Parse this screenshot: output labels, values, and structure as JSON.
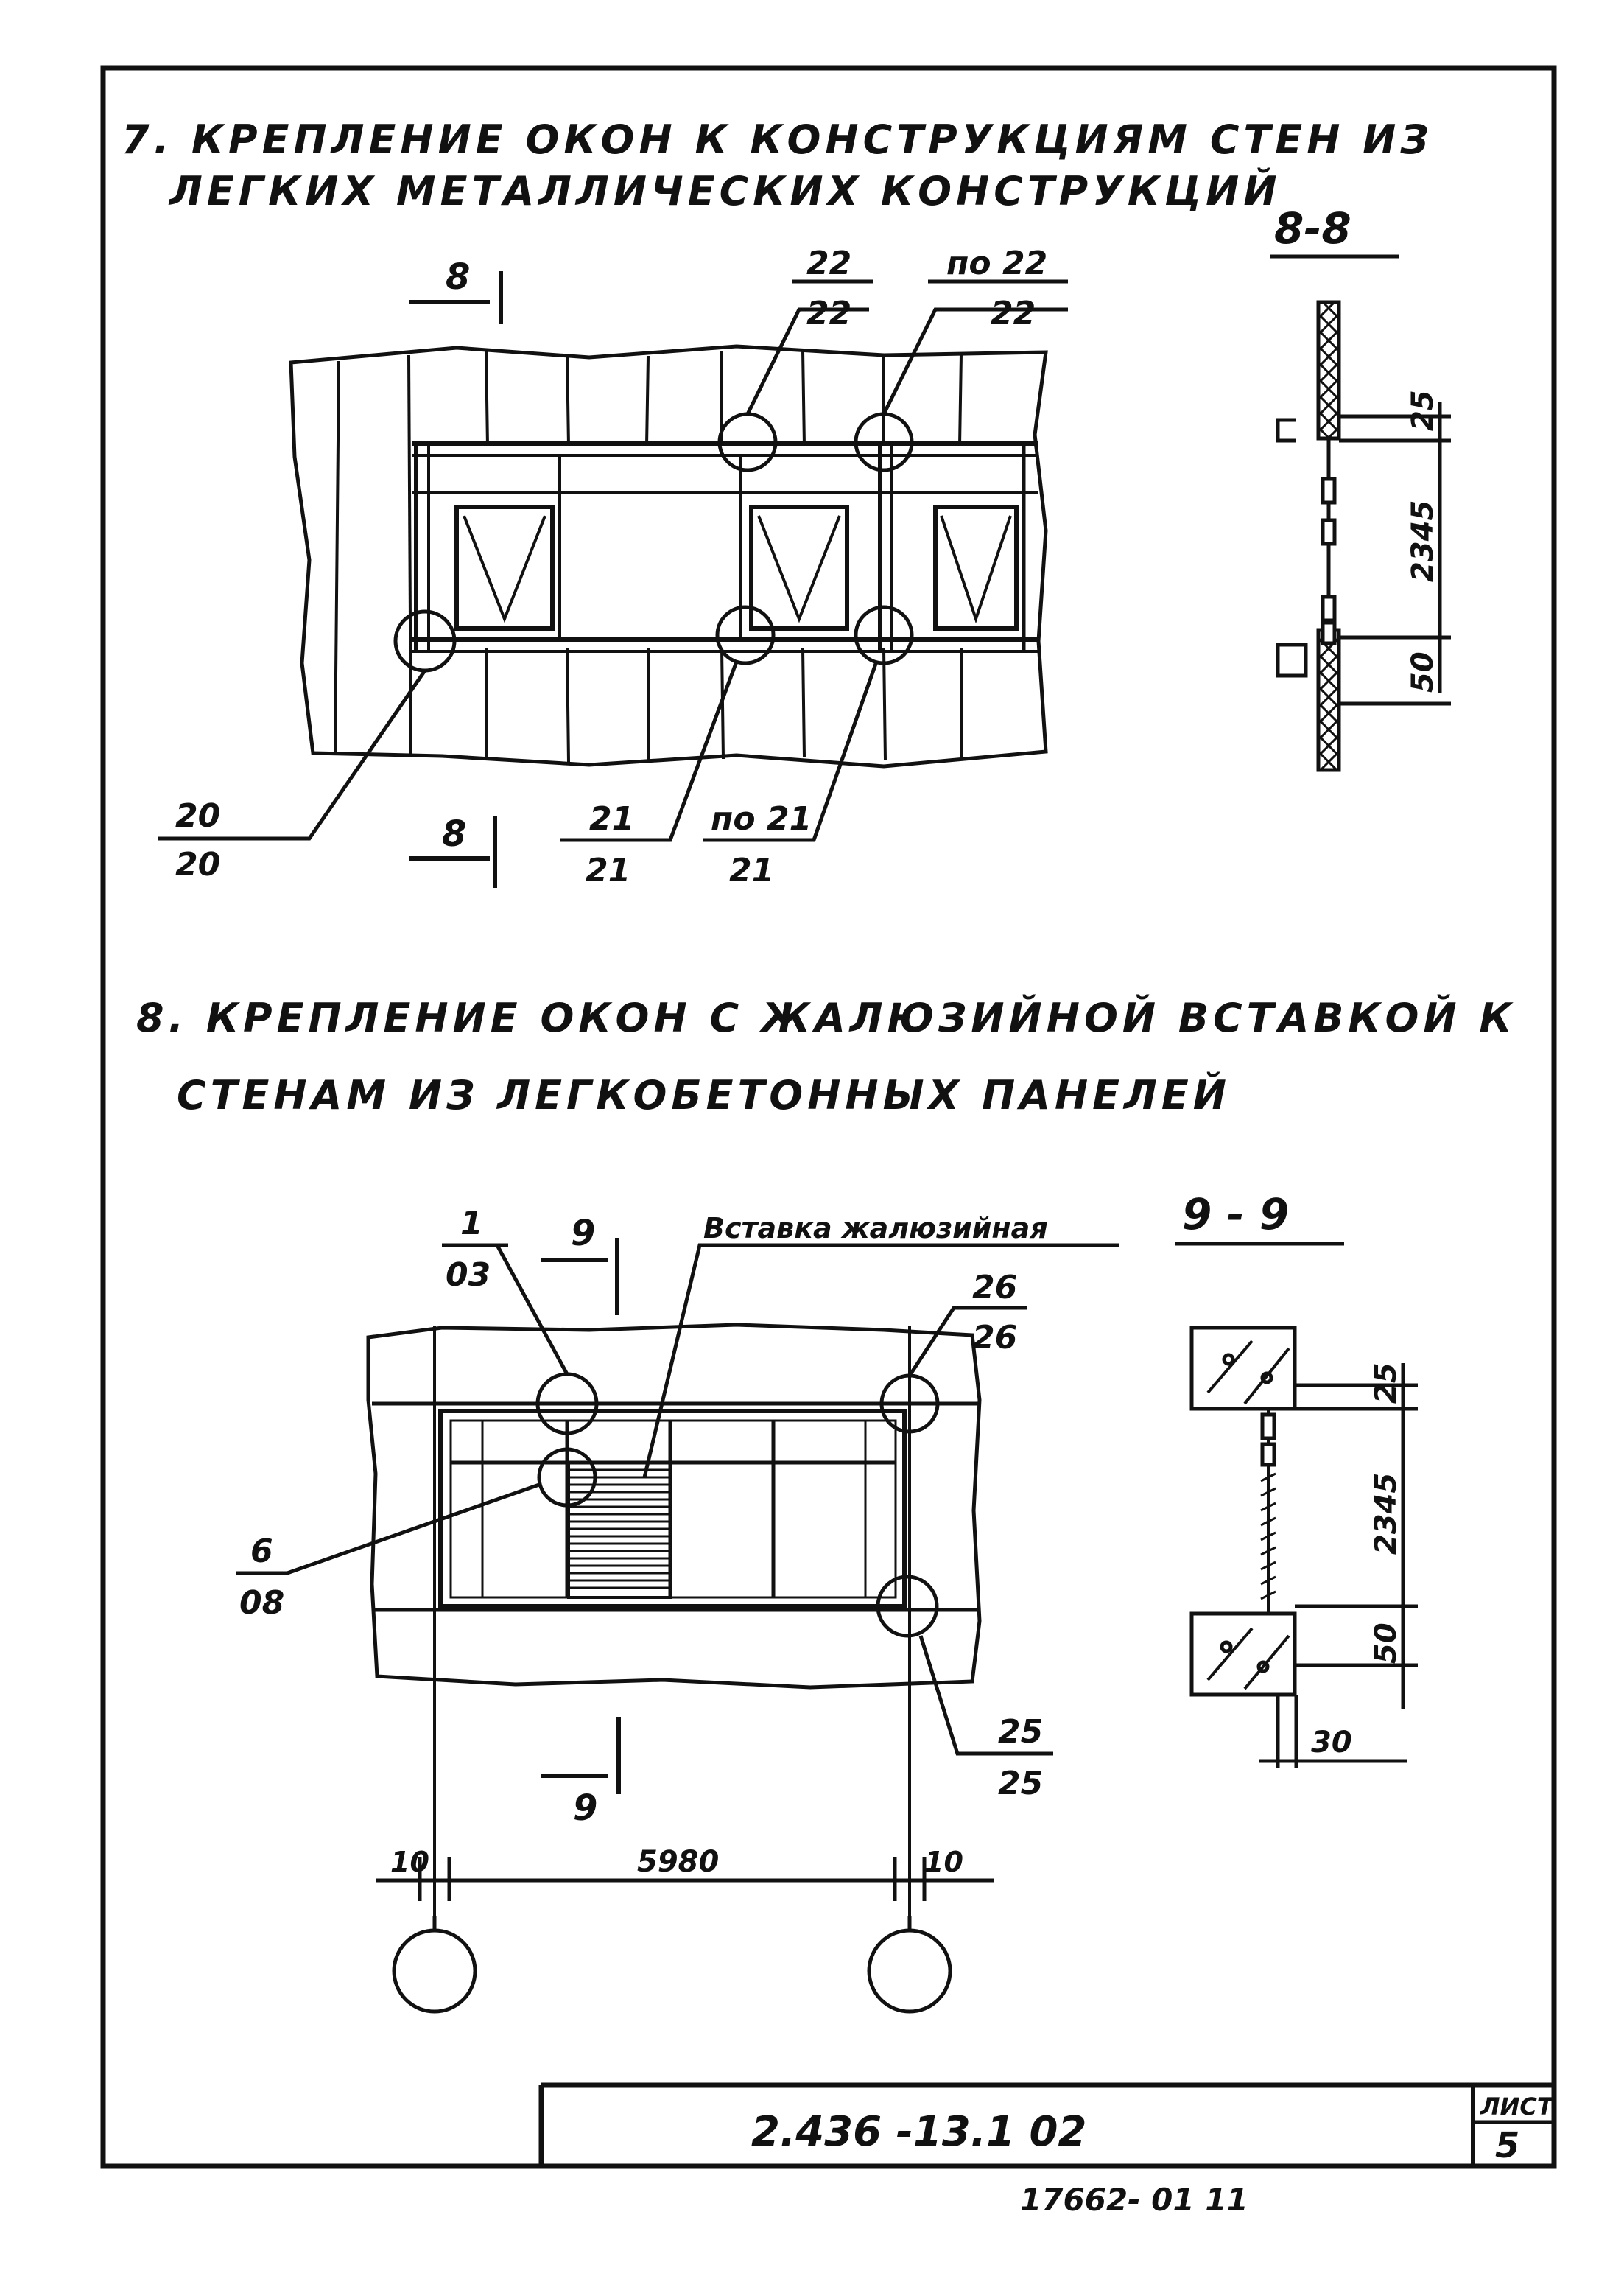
{
  "section7": {
    "title_line1": "7. КРЕПЛЕНИЕ ОКОН К КОНСТРУКЦИЯМ СТЕН ИЗ",
    "title_line2": "ЛЕГКИХ МЕТАЛЛИЧЕСКИХ КОНСТРУКЦИЙ",
    "section_label": "8-8",
    "cut_mark": "8",
    "callouts": [
      {
        "top": "22",
        "bottom": "22"
      },
      {
        "top": "по 22",
        "bottom": "22"
      },
      {
        "top": "20",
        "bottom": "20"
      },
      {
        "top": "21",
        "bottom": "21"
      },
      {
        "top": "по 21",
        "bottom": "21"
      }
    ],
    "dims": [
      "25",
      "2345",
      "50"
    ]
  },
  "section8": {
    "title_line1": "8. КРЕПЛЕНИЕ ОКОН С ЖАЛЮЗИЙНОЙ ВСТАВКОЙ К",
    "title_line2": "СТЕНАМ ИЗ ЛЕГКОБЕТОННЫХ ПАНЕЛЕЙ",
    "section_label": "9 - 9",
    "cut_mark": "9",
    "insert_label": "Вставка жалюзийная",
    "callouts": [
      {
        "top": "1",
        "bottom": "03"
      },
      {
        "top": "26",
        "bottom": "26"
      },
      {
        "top": "6",
        "bottom": "08"
      },
      {
        "top": "25",
        "bottom": "25"
      }
    ],
    "dims": [
      "25",
      "2345",
      "50",
      "30"
    ],
    "span_dims": [
      "10",
      "5980",
      "10"
    ]
  },
  "title_block": {
    "doc_code": "2.436 -13.1  02",
    "sheet_label": "ЛИСТ",
    "sheet_number": "5"
  },
  "footer_code": "17662- 01   11"
}
